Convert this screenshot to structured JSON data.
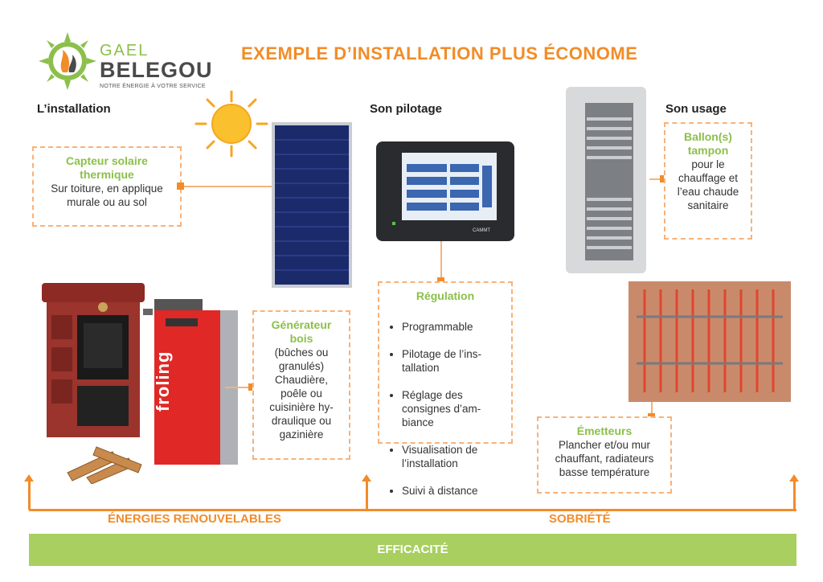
{
  "logo": {
    "line1": "GAEL",
    "line2": "BELEGOU",
    "tagline": "NOTRE ÉNERGIE À VOTRE SERVICE"
  },
  "title": "EXEMPLE D’INSTALLATION PLUS ÉCONOME",
  "sections": {
    "installation": "L’installation",
    "pilotage": "Son pilotage",
    "usage": "Son usage"
  },
  "capteur": {
    "title_line1": "Capteur solaire",
    "title_line2": "thermique",
    "text_line1": "Sur toiture, en applique",
    "text_line2": "murale ou au sol"
  },
  "generateur": {
    "title_line1": "Générateur",
    "title_line2": "bois",
    "lines": [
      "(bûches ou",
      "granulés)",
      "Chaudière,",
      "poêle ou",
      "cuisinière hy-",
      "draulique ou",
      "gazinière"
    ]
  },
  "regulation": {
    "title": "Régulation",
    "items": [
      "Programmable",
      "Pilotage de l’ins-\ntallation",
      "Réglage des\nconsignes d’am-\nbiance",
      "Visualisation de\nl’installation",
      "Suivi à distance"
    ]
  },
  "ballon": {
    "title_line1": "Ballon(s)",
    "title_line2": "tampon",
    "lines": [
      "pour le",
      "chauffage et",
      "l’eau chaude",
      "sanitaire"
    ]
  },
  "emetteurs": {
    "title": "Émetteurs",
    "lines": [
      "Plancher et/ou mur",
      "chauffant, radiateurs",
      "basse température"
    ]
  },
  "boiler_brand": "froling",
  "controller_brand": "CAMMT",
  "axis": {
    "left_label": "ÉNERGIES RENOUVELABLES",
    "right_label": "SOBRIÉTÉ"
  },
  "bottom_bar": "EFFICACITÉ",
  "colors": {
    "orange": "#f28c28",
    "green": "#8cc04a",
    "dashed": "#f7b27a",
    "bar": "#a8cf5f"
  }
}
